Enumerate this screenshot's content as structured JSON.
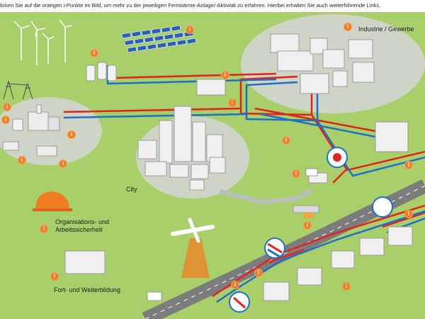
{
  "instruction": "licken Sie auf die orangen i-Punkte im Bild, um mehr zu der jeweiligen Fernwärme-Anlage/-Aktivität zu erfahren. Hierbei erhalten Sie auch weiterführende Links.",
  "labels": {
    "industry": "Industrie / Gewerbe",
    "city": "City",
    "safety_line1": "Organisations- und",
    "safety_line2": "Arbeitssicherheit",
    "training": "Fort- und Weiterbildung"
  },
  "info_point_glyph": "i",
  "colors": {
    "grass": "#a9cf6a",
    "area": "#cfd5c6",
    "road": "#7c7c7c",
    "pipe_supply": "#e2231a",
    "pipe_return": "#1f6fc7",
    "info": "#f07d22"
  }
}
